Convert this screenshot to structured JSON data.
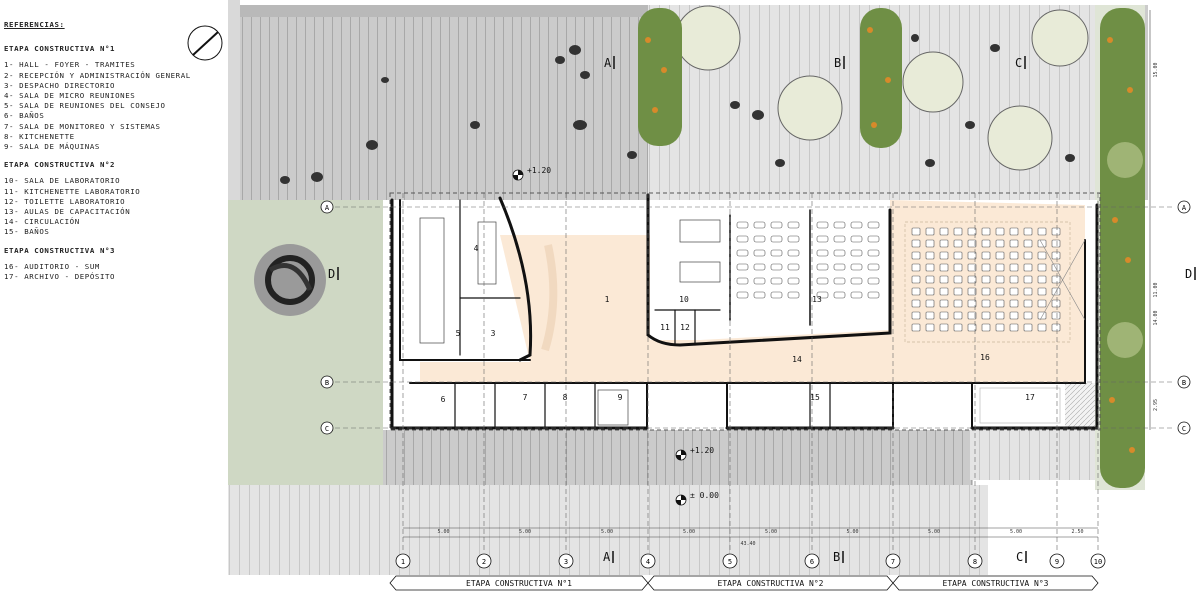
{
  "legend": {
    "title": "REFERENCIAS:",
    "stage1": {
      "heading": "ETAPA CONSTRUCTIVA N°1",
      "items": [
        "1-  HALL - FOYER - TRAMITES",
        "2-  RECEPCIÓN Y ADMINISTRACIÓN GENERAL",
        "3-  DESPACHO DIRECTORIO",
        "4-  SALA DE MICRO REUNIONES",
        "5-  SALA DE REUNIONES DEL CONSEJO",
        "6-  BAÑOS",
        "7-  SALA DE MONITOREO Y SISTEMAS",
        "8-  KITCHENETTE",
        "9-  SALA DE MÁQUINAS"
      ]
    },
    "stage2": {
      "heading": "ETAPA CONSTRUCTIVA N°2",
      "items": [
        "10- SALA DE LABORATORIO",
        "11- KITCHENETTE LABORATORIO",
        "12- TOILETTE LABORATORIO",
        "13- AULAS DE CAPACITACIÓN",
        "14- CIRCULACIÓN",
        "15- BAÑOS"
      ]
    },
    "stage3": {
      "heading": "ETAPA CONSTRUCTIVA N°3",
      "items": [
        "16- AUDITORIO - SUM",
        "17- ARCHIVO - DEPÓSITO"
      ]
    }
  },
  "plan": {
    "rooms": [
      "1",
      "3",
      "4",
      "5",
      "6",
      "7",
      "8",
      "9",
      "10",
      "11",
      "12",
      "13",
      "14",
      "15",
      "16",
      "17"
    ],
    "section_marks": [
      "A",
      "B",
      "C",
      "D",
      "D"
    ],
    "grid_rows": [
      "A",
      "B",
      "C"
    ],
    "grid_cols": [
      "1",
      "2",
      "3",
      "4",
      "5",
      "6",
      "7",
      "8",
      "9",
      "10"
    ],
    "levels": [
      "+1.20",
      "+1.20",
      "± 0.00"
    ],
    "dims_bottom": [
      "5.00",
      "5.00",
      "5.00",
      "5.00",
      "5.00",
      "5.00",
      "5.00",
      "5.00",
      "2.50"
    ],
    "dim_total": "43.40",
    "dims_right": [
      "15.00",
      "11.00",
      "14.00",
      "2.95"
    ],
    "stages": [
      "ETAPA CONSTRUCTIVA N°1",
      "ETAPA CONSTRUCTIVA N°2",
      "ETAPA CONSTRUCTIVA N°3"
    ]
  },
  "colors": {
    "hall_fill": "#fbe9d6",
    "paving": "#c9c9c9",
    "lawn": "#cfd8c4",
    "wall": "#111111",
    "tree_green": "#6f8f45",
    "tree_orange": "#d78a2a"
  }
}
